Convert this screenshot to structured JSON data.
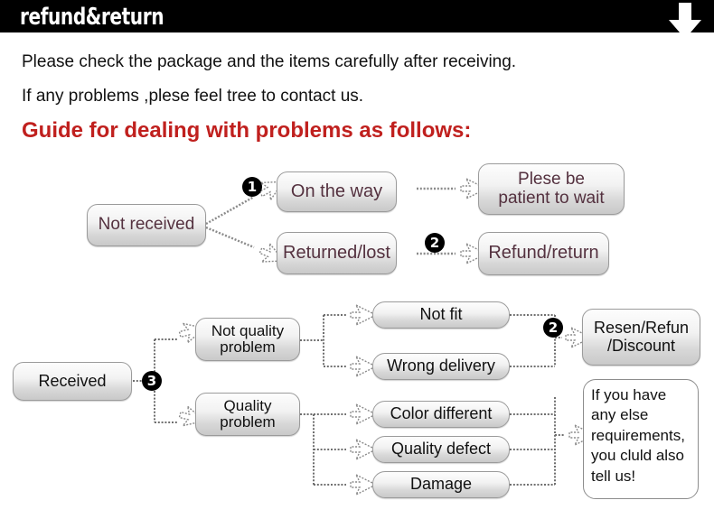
{
  "header": {
    "title": "refund&return",
    "arrow_icon": "down-arrow-icon"
  },
  "intro": {
    "line1": "Please check the package and the items carefully after receiving.",
    "line2": "If any problems ,plese feel tree to contact us.",
    "guide_heading": "Guide for dealing with problems as follows:",
    "guide_color": "#c0201e"
  },
  "flow_top": {
    "start": "Not received",
    "branch1": "On the way",
    "branch2": "Returned/lost",
    "result1_line1": "Plese be",
    "result1_line2": "patient to wait",
    "result2": "Refund/return",
    "badge1": "1",
    "badge2": "2"
  },
  "flow_bottom": {
    "start": "Received",
    "branch1_line1": "Not quality",
    "branch1_line2": "problem",
    "branch2_line1": "Quality",
    "branch2_line2": "problem",
    "issues": [
      "Not fit",
      "Wrong delivery",
      "Color different",
      "Quality defect",
      "Damage"
    ],
    "result_line1": "Resen/Refun",
    "result_line2": "/Discount",
    "badge2": "2",
    "badge3": "3",
    "note_line1": "If you have",
    "note_line2": "any else",
    "note_line3": "requirements,",
    "note_line4": "you cluld also",
    "note_line5": "tell us!"
  },
  "colors": {
    "header_bg": "#000000",
    "header_text": "#ffffff",
    "accent_red": "#c0201e",
    "box_text_purple": "#54313f",
    "box_text_dark": "#111111",
    "box_border": "#9b9b9b"
  }
}
